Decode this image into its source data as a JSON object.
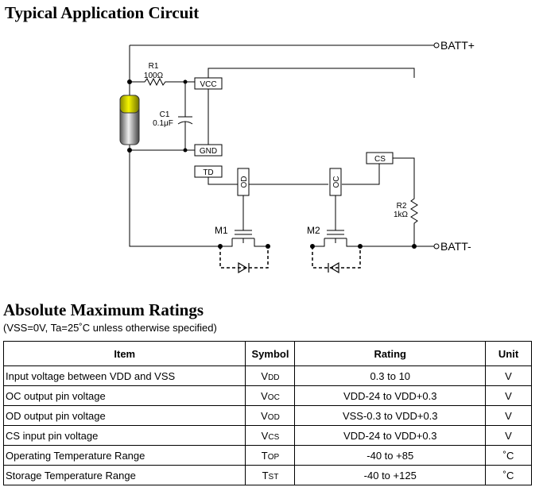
{
  "titles": {
    "circuit": "Typical Application Circuit",
    "ratings": "Absolute Maximum Ratings",
    "conditions": "(VSS=0V, Ta=25˚C unless otherwise specified)"
  },
  "circuit": {
    "r1_name": "R1",
    "r1_value": "100Ω",
    "c1_name": "C1",
    "c1_value": "0.1μF",
    "r2_name": "R2",
    "r2_value": "1kΩ",
    "pins": {
      "vcc": "VCC",
      "gnd": "GND",
      "td": "TD",
      "cs": "CS",
      "od": "OD",
      "oc": "OC"
    },
    "m1": "M1",
    "m2": "M2",
    "batt_plus": "BATT+",
    "batt_minus": "BATT-"
  },
  "table": {
    "headers": {
      "item": "Item",
      "symbol": "Symbol",
      "rating": "Rating",
      "unit": "Unit"
    },
    "rows": [
      {
        "item": "Input voltage between VDD and VSS",
        "sym_main": "V",
        "sym_sub": "DD",
        "rating": "0.3 to 10",
        "unit": "V"
      },
      {
        "item": "OC output pin voltage",
        "sym_main": "V",
        "sym_sub": "OC",
        "rating": "VDD-24 to VDD+0.3",
        "unit": "V"
      },
      {
        "item": "OD output pin voltage",
        "sym_main": "V",
        "sym_sub": "OD",
        "rating": "VSS-0.3 to VDD+0.3",
        "unit": "V"
      },
      {
        "item": "CS input pin voltage",
        "sym_main": "V",
        "sym_sub": "CS",
        "rating": "VDD-24 to VDD+0.3",
        "unit": "V"
      },
      {
        "item": "Operating Temperature Range",
        "sym_main": "T",
        "sym_sub": "OP",
        "rating": "-40 to +85",
        "unit": "˚C"
      },
      {
        "item": "Storage Temperature Range",
        "sym_main": "T",
        "sym_sub": "ST",
        "rating": "-40 to +125",
        "unit": "˚C"
      }
    ]
  }
}
